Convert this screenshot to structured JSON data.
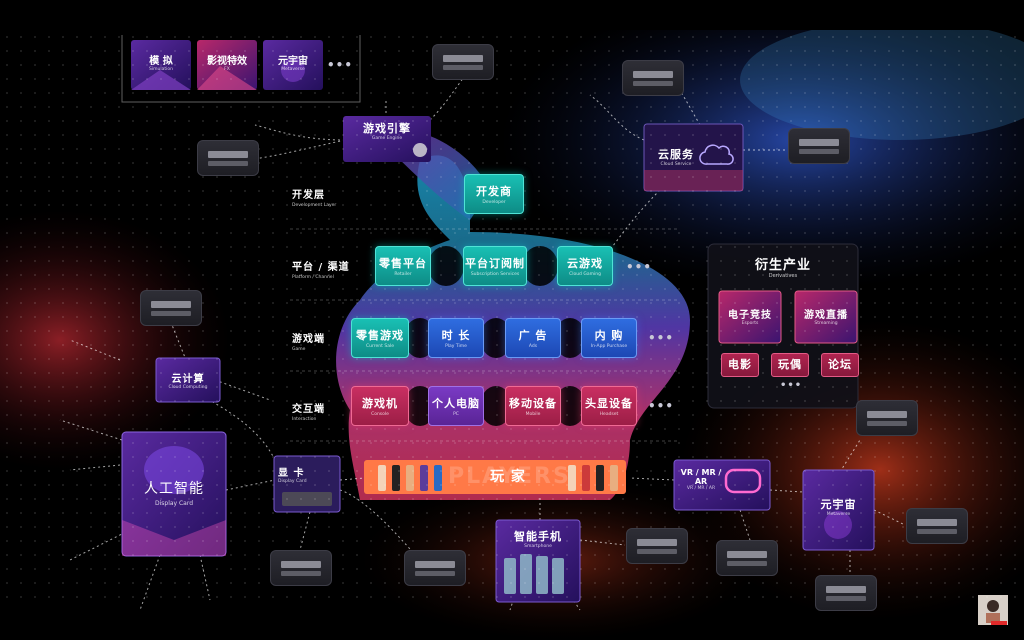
{
  "layers": [
    {
      "zh": "开发层",
      "en": "Development Layer"
    },
    {
      "zh": "平台 / 渠道",
      "en": "Platform / Channel"
    },
    {
      "zh": "游戏端",
      "en": "Game"
    },
    {
      "zh": "交互端",
      "en": "Interaction"
    }
  ],
  "dev_box": {
    "zh": "开发商",
    "en": "Developer"
  },
  "platform_boxes": [
    {
      "zh": "零售平台",
      "en": "Retailer"
    },
    {
      "zh": "平台订阅制",
      "en": "Subscription Services"
    },
    {
      "zh": "云游戏",
      "en": "Cloud Gaming"
    }
  ],
  "game_boxes": [
    {
      "zh": "零售游戏",
      "en": "Current Sale"
    },
    {
      "zh": "时 长",
      "en": "Play Time"
    },
    {
      "zh": "广 告",
      "en": "Ads"
    },
    {
      "zh": "内 购",
      "en": "In-App Purchase"
    }
  ],
  "interaction_boxes": [
    {
      "zh": "游戏机",
      "en": "Console"
    },
    {
      "zh": "个人电脑",
      "en": "PC"
    },
    {
      "zh": "移动设备",
      "en": "Mobile"
    },
    {
      "zh": "头显设备",
      "en": "Headset"
    }
  ],
  "players": {
    "zh": "玩 家",
    "watermark": "PLAYERS"
  },
  "ellipsis": "•••",
  "top_panel": [
    {
      "zh": "模 拟",
      "en": "Simulation"
    },
    {
      "zh": "影视特效",
      "en": "FX"
    },
    {
      "zh": "元宇宙",
      "en": "Metaverse"
    }
  ],
  "engine": {
    "zh": "游戏引擎",
    "en": "Game Engine"
  },
  "cloud_service": {
    "zh": "云服务",
    "en": "Cloud Service"
  },
  "cloud_compute": {
    "zh": "云计算",
    "en": "Cloud Computing"
  },
  "ai": {
    "zh": "人工智能",
    "en": "Display Card"
  },
  "gpu": {
    "zh": "显 卡",
    "en": "Display Card"
  },
  "smartphone": {
    "zh": "智能手机",
    "en": "Smartphone"
  },
  "vr": {
    "zh": "VR / MR / AR",
    "en": "VR / MR / AR"
  },
  "metaverse": {
    "zh": "元宇宙",
    "en": "Metaverse"
  },
  "derivatives": {
    "title_zh": "衍生产业",
    "title_en": "Derivatives",
    "cards": [
      {
        "zh": "电子竞技",
        "en": "Esports"
      },
      {
        "zh": "游戏直播",
        "en": "Streaming"
      }
    ],
    "pills": [
      "电影",
      "玩偶",
      "论坛"
    ]
  }
}
